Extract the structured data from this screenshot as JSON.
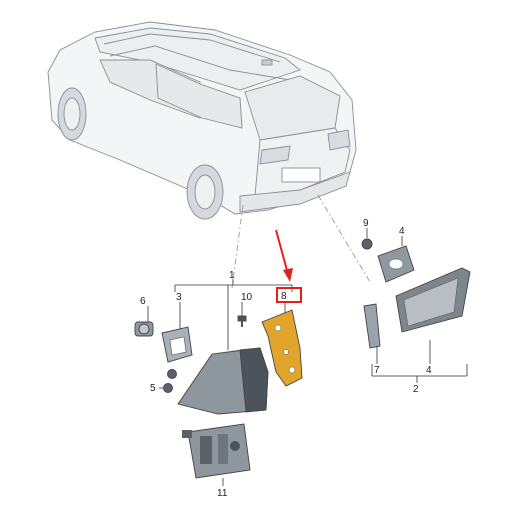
{
  "diagram": {
    "callouts": {
      "c1": "1",
      "c2": "2",
      "c3": "3",
      "c4a": "4",
      "c4b": "4",
      "c5": "5",
      "c6": "6",
      "c7": "7",
      "c8": "8",
      "c9": "9",
      "c10": "10",
      "c11": "11"
    },
    "colors": {
      "highlight_part": "#e2a52c",
      "part_gray": "#9aa3ad",
      "part_dark": "#4a5058",
      "arrow": "#e3211c"
    }
  }
}
